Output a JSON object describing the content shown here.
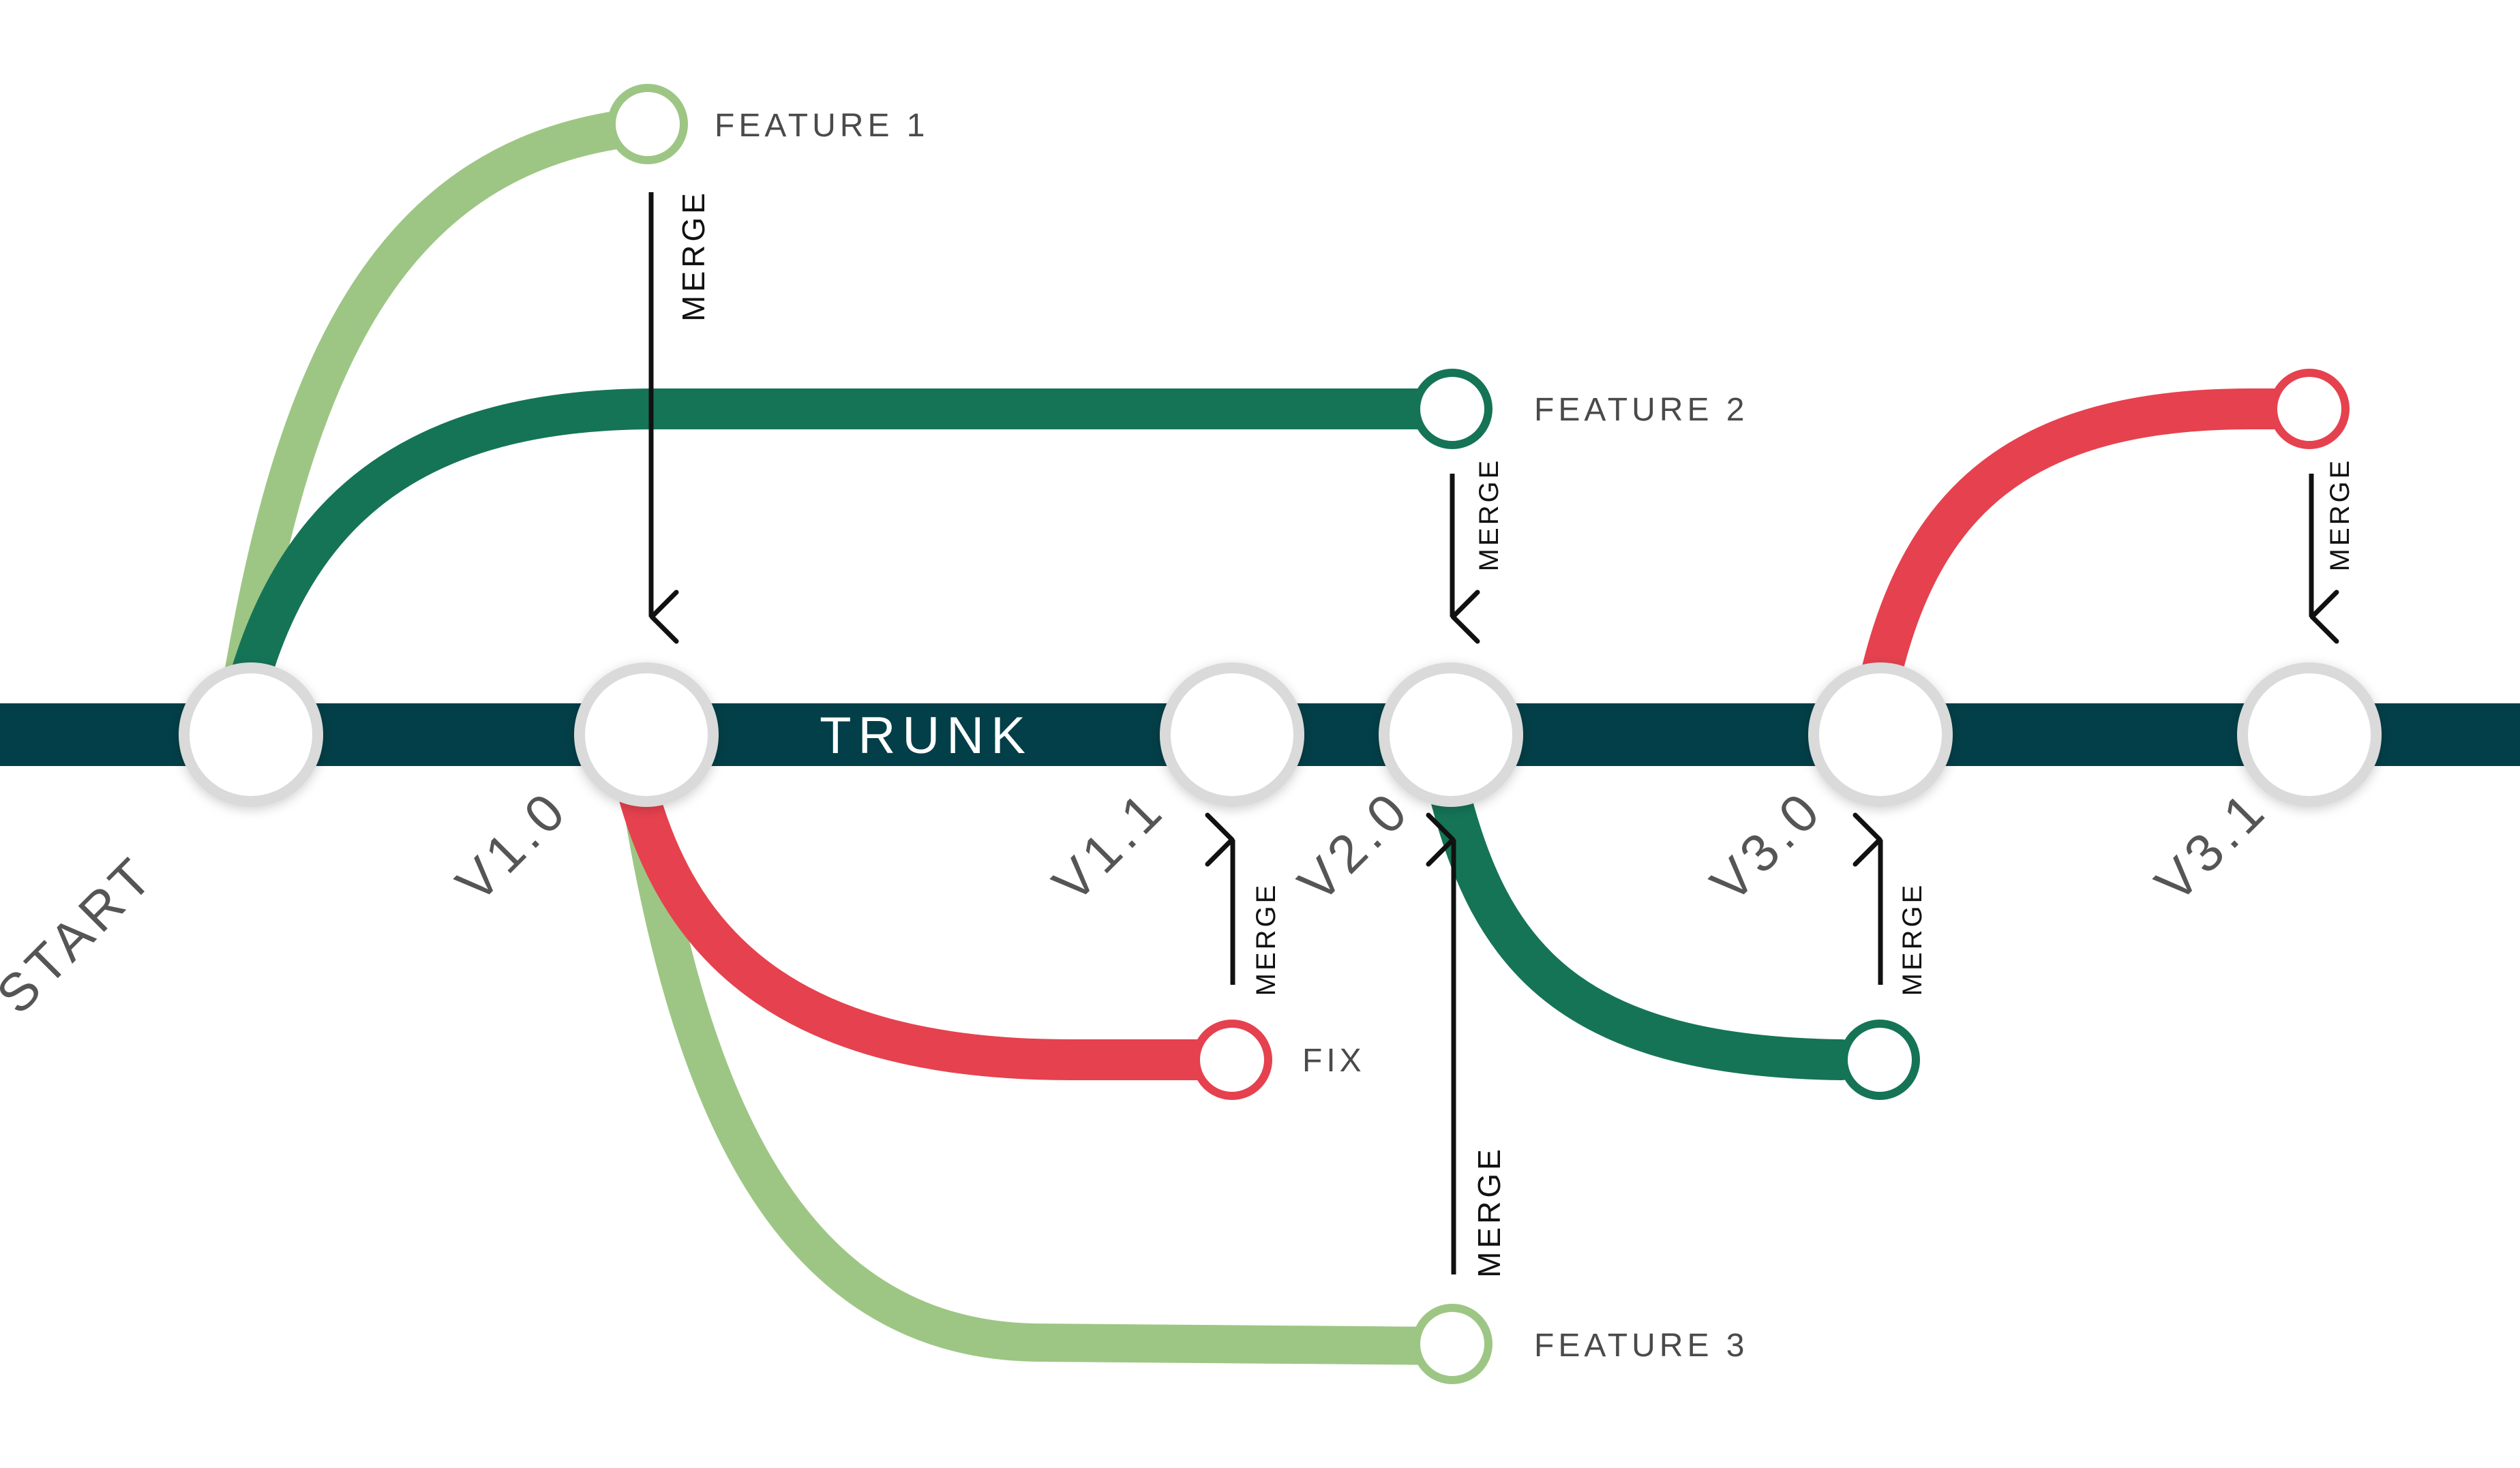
{
  "colors": {
    "trunk": "#033f48",
    "light_green": "#9dc684",
    "dark_green": "#157456",
    "red": "#e6414e",
    "node_ring": "#dadada",
    "arrow": "#111111"
  },
  "trunk_label": "TRUNK",
  "versions": [
    "START",
    "V1.0",
    "V1.1",
    "V2.0",
    "V3.0",
    "V3.1"
  ],
  "branches": {
    "feature1": "FEATURE 1",
    "feature2": "FEATURE 2",
    "feature3": "FEATURE 3",
    "fix": "FIX"
  },
  "merge_label": "MERGE"
}
